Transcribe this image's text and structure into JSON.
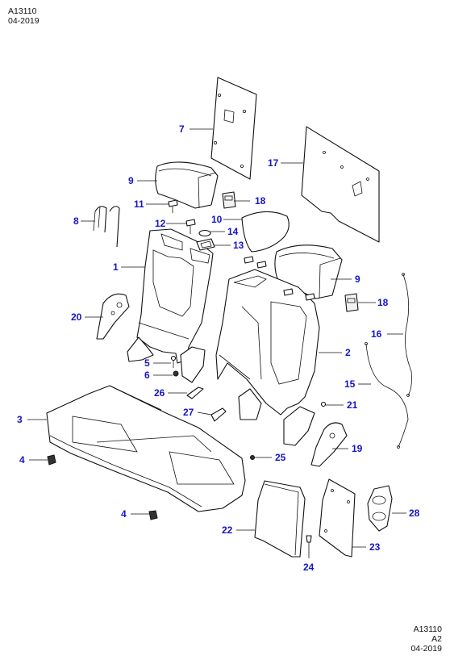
{
  "header": {
    "code": "A13110",
    "date": "04-2019"
  },
  "footer": {
    "code": "A13110",
    "rev": "A2",
    "date": "04-2019"
  },
  "callouts": {
    "c1": "1",
    "c2": "2",
    "c3": "3",
    "c4a": "4",
    "c4b": "4",
    "c5": "5",
    "c6": "6",
    "c7": "7",
    "c8": "8",
    "c9a": "9",
    "c9b": "9",
    "c10": "10",
    "c11": "11",
    "c12": "12",
    "c13": "13",
    "c14": "14",
    "c15": "15",
    "c16": "16",
    "c17": "17",
    "c18a": "18",
    "c18b": "18",
    "c19": "19",
    "c20": "20",
    "c21": "21",
    "c22": "22",
    "c23": "23",
    "c24": "24",
    "c25": "25",
    "c26": "26",
    "c27": "27",
    "c28": "28"
  },
  "colors": {
    "callout": "#1414c8",
    "line": "#111111"
  }
}
